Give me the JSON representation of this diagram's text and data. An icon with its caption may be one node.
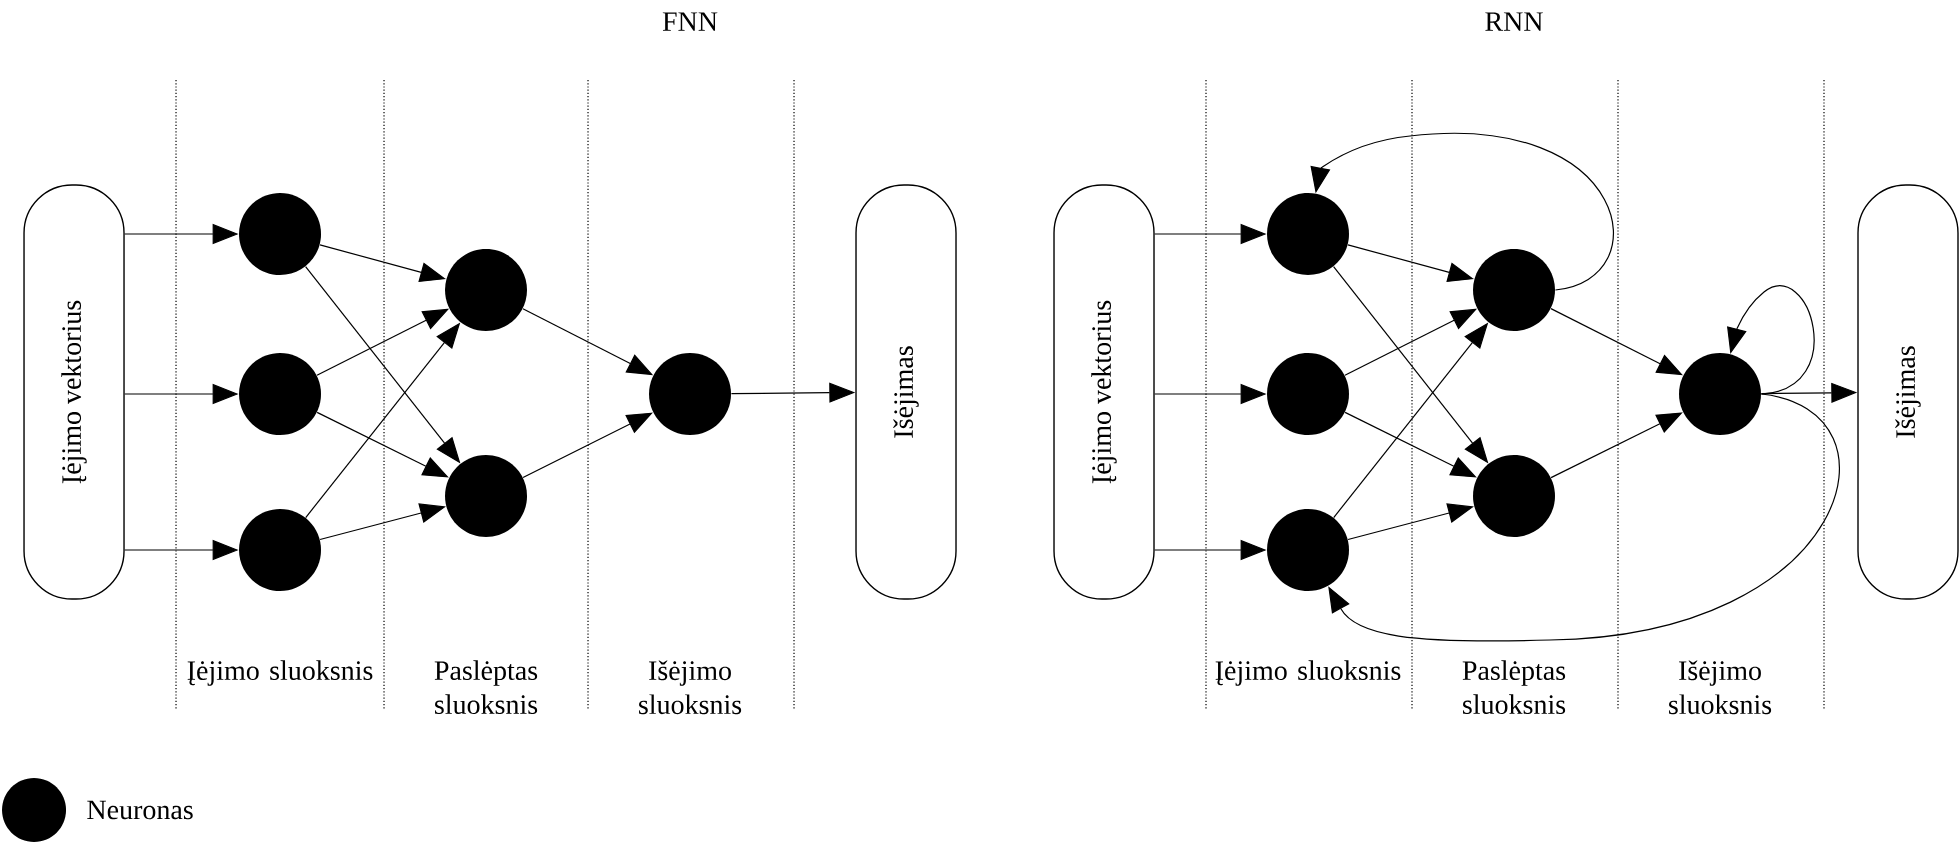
{
  "diagram": {
    "nodes": [
      {
        "text": [
          "Įėjimo vektorius"
        ]
      },
      {
        "text": [],
        "shape": "circle"
      },
      {
        "text": [],
        "shape": "circle"
      },
      {
        "text": [],
        "shape": "circle"
      },
      {
        "text": [],
        "shape": "circle"
      },
      {
        "text": [],
        "shape": "circle"
      },
      {
        "text": [],
        "shape": "circle"
      },
      {
        "text": [
          "Išėjimas"
        ]
      },
      {
        "text": [
          "Įėjimo vektorius"
        ]
      },
      {
        "text": [],
        "shape": "circle"
      },
      {
        "text": [],
        "shape": "circle"
      },
      {
        "text": [],
        "shape": "circle"
      },
      {
        "text": [],
        "shape": "circle"
      },
      {
        "text": [],
        "shape": "circle"
      },
      {
        "text": [],
        "shape": "circle"
      },
      {
        "text": [
          "Išėjimas"
        ]
      }
    ],
    "edges": [
      {
        "from": 0,
        "to": 1,
        "arrow": "to"
      },
      {
        "from": 0,
        "to": 2,
        "arrow": "to"
      },
      {
        "from": 0,
        "to": 3,
        "arrow": "to"
      },
      {
        "from": 1,
        "to": 4,
        "arrow": "to"
      },
      {
        "from": 1,
        "to": 5,
        "arrow": "to"
      },
      {
        "from": 2,
        "to": 4,
        "arrow": "to"
      },
      {
        "from": 2,
        "to": 5,
        "arrow": "to"
      },
      {
        "from": 3,
        "to": 4,
        "arrow": "to"
      },
      {
        "from": 3,
        "to": 5,
        "arrow": "to"
      },
      {
        "from": 4,
        "to": 6,
        "arrow": "to"
      },
      {
        "from": 5,
        "to": 6,
        "arrow": "to"
      },
      {
        "from": 6,
        "to": 7,
        "arrow": "to"
      },
      {
        "from": 8,
        "to": 9,
        "arrow": "to"
      },
      {
        "from": 8,
        "to": 10,
        "arrow": "to"
      },
      {
        "from": 8,
        "to": 11,
        "arrow": "to"
      },
      {
        "from": 9,
        "to": 12,
        "arrow": "to"
      },
      {
        "from": 9,
        "to": 13,
        "arrow": "to"
      },
      {
        "from": 10,
        "to": 12,
        "arrow": "to"
      },
      {
        "from": 10,
        "to": 13,
        "arrow": "to"
      },
      {
        "from": 11,
        "to": 12,
        "arrow": "to"
      },
      {
        "from": 11,
        "to": 13,
        "arrow": "to"
      },
      {
        "from": 12,
        "to": 14,
        "arrow": "to"
      },
      {
        "from": 13,
        "to": 14,
        "arrow": "to"
      },
      {
        "from": 14,
        "to": 15,
        "arrow": "to"
      },
      {
        "from": 12,
        "to": 9,
        "arrow": "to"
      },
      {
        "from": 14,
        "to": 14,
        "arrow": "to"
      },
      {
        "from": 14,
        "to": 11,
        "arrow": "to"
      }
    ],
    "labels": [
      "FNN",
      "RNN",
      "Įėjimo sluoksnis",
      "Paslėptas sluoksnis",
      "Išėjimo sluoksnis",
      "Įėjimo sluoksnis",
      "Paslėptas sluoksnis",
      "Išėjimo sluoksnis"
    ],
    "legend": [
      {
        "text": "Neuronas"
      }
    ]
  }
}
